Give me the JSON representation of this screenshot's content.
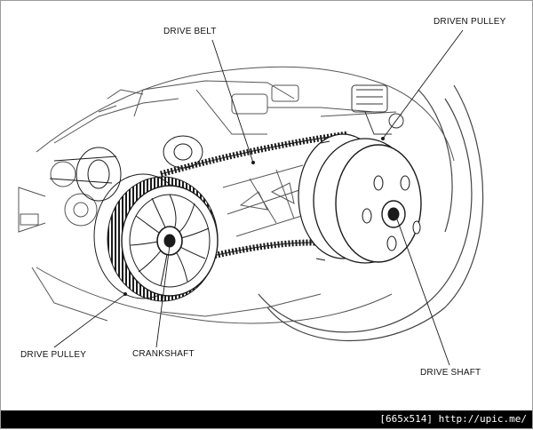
{
  "labels": {
    "drive_belt": "DRIVE BELT",
    "driven_pulley": "DRIVEN PULLEY",
    "drive_pulley": "DRIVE PULLEY",
    "crankshaft": "CRANKSHAFT",
    "drive_shaft": "DRIVE SHAFT"
  },
  "footer": {
    "watermark": "[665x514] http://upic.me/"
  },
  "colors": {
    "ink": "#1a1a1a",
    "background": "#ffffff",
    "footer": "#000000"
  }
}
